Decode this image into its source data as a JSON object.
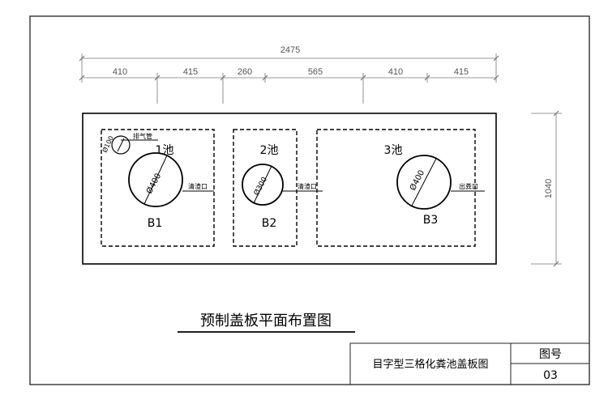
{
  "drawing": {
    "overall_width": "2475",
    "segment_dims": [
      "410",
      "415",
      "260",
      "565",
      "410",
      "415"
    ],
    "overall_height": "1040"
  },
  "pools": [
    {
      "name": "1池",
      "board": "B1",
      "opening_dia": "Ø400",
      "outlet": "清渣口"
    },
    {
      "name": "2池",
      "board": "B2",
      "opening_dia": "Ø300",
      "outlet": "清渣口"
    },
    {
      "name": "3池",
      "board": "B3",
      "opening_dia": "Ø400",
      "outlet": "出粪口"
    }
  ],
  "vent": {
    "dia": "Ø100",
    "label": "排气管"
  },
  "caption": "预制盖板平面布置图",
  "title_block": {
    "drawing_name": "目字型三格化粪池盖板图",
    "sheet_label": "图号",
    "sheet_number": "03"
  }
}
